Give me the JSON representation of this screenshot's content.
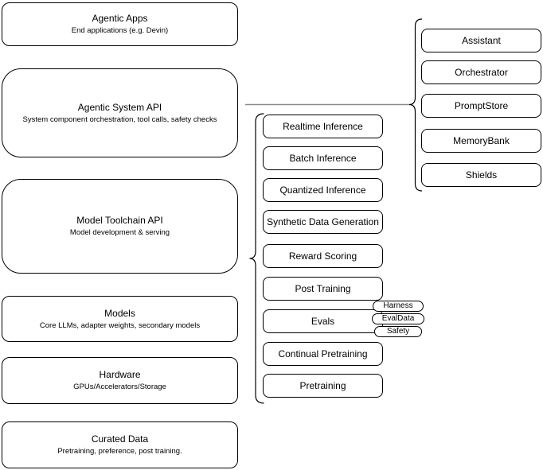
{
  "diagram": {
    "left_stack": [
      {
        "title": "Agentic Apps",
        "subtitle": "End applications (e.g. Devin)"
      },
      {
        "title": "Agentic System API",
        "subtitle": "System component orchestration, tool calls, safety checks"
      },
      {
        "title": "Model Toolchain API",
        "subtitle": "Model development & serving"
      },
      {
        "title": "Models",
        "subtitle": "Core LLMs, adapter weights, secondary models"
      },
      {
        "title": "Hardware",
        "subtitle": "GPUs/Accelerators/Storage"
      },
      {
        "title": "Curated Data",
        "subtitle": "Pretraining, preference, post training."
      }
    ],
    "toolchain_items": [
      "Realtime Inference",
      "Batch Inference",
      "Quantized Inference",
      "Synthetic Data Generation",
      "Reward Scoring",
      "Post Training",
      "Evals",
      "Continual Pretraining",
      "Pretraining"
    ],
    "evals_sub_items": [
      "Harness",
      "EvalData",
      "Safety"
    ],
    "system_components": [
      "Assistant",
      "Orchestrator",
      "PromptStore",
      "MemoryBank",
      "Shields"
    ],
    "colors": {
      "stroke": "#000000",
      "background": "#ffffff",
      "connector": "#8a8a8a"
    }
  }
}
